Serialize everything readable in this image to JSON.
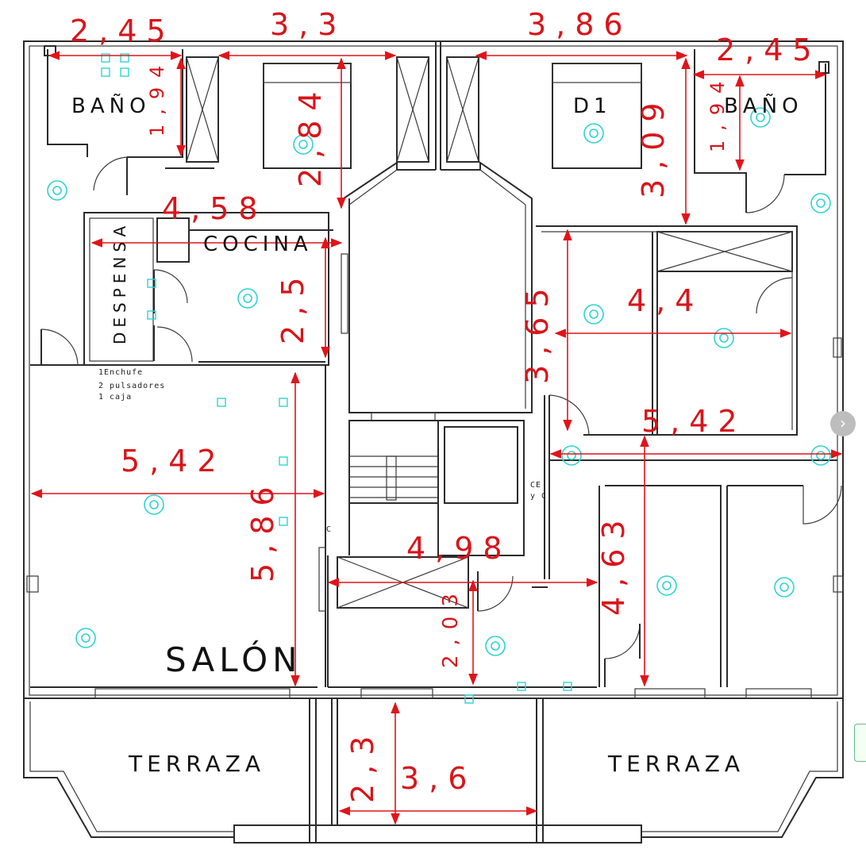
{
  "rooms": {
    "bano_left": "BAÑO",
    "bano_right": "BAÑO",
    "d1": "D1",
    "cocina": "COCINA",
    "despensa": "DESPENSA",
    "salon": "SALÓN",
    "terraza_left": "TERRAZA",
    "terraza_right": "TERRAZA"
  },
  "notes": {
    "line1": "1Enchufe",
    "line2": "2 pulsadores",
    "line3": "1 caja",
    "ce": "CE",
    "yc": "y C",
    "c": "C"
  },
  "dimensions": {
    "top_245_left": "2,45",
    "top_33": "3,3",
    "top_386": "3,86",
    "top_245_right": "2,45",
    "bano_left_194": "1,94",
    "bed_284": "2,84",
    "d1_309": "3,09",
    "bano_right_194": "1,94",
    "cocina_458": "4,58",
    "cocina_25": "2,5",
    "room_365": "3,65",
    "room_44": "4,4",
    "room_542": "5,42",
    "salon_542": "5,42",
    "salon_586": "5,86",
    "hall_498": "4,98",
    "hall_203": "2,03",
    "room_463": "4,63",
    "terraza_23": "2,3",
    "terraza_36": "3,6"
  },
  "colors": {
    "dimension": "#e0141a",
    "wall": "#2b2b2b",
    "fixture": "#2fd3d3"
  },
  "ui": {
    "scroll_arrow": "›"
  }
}
